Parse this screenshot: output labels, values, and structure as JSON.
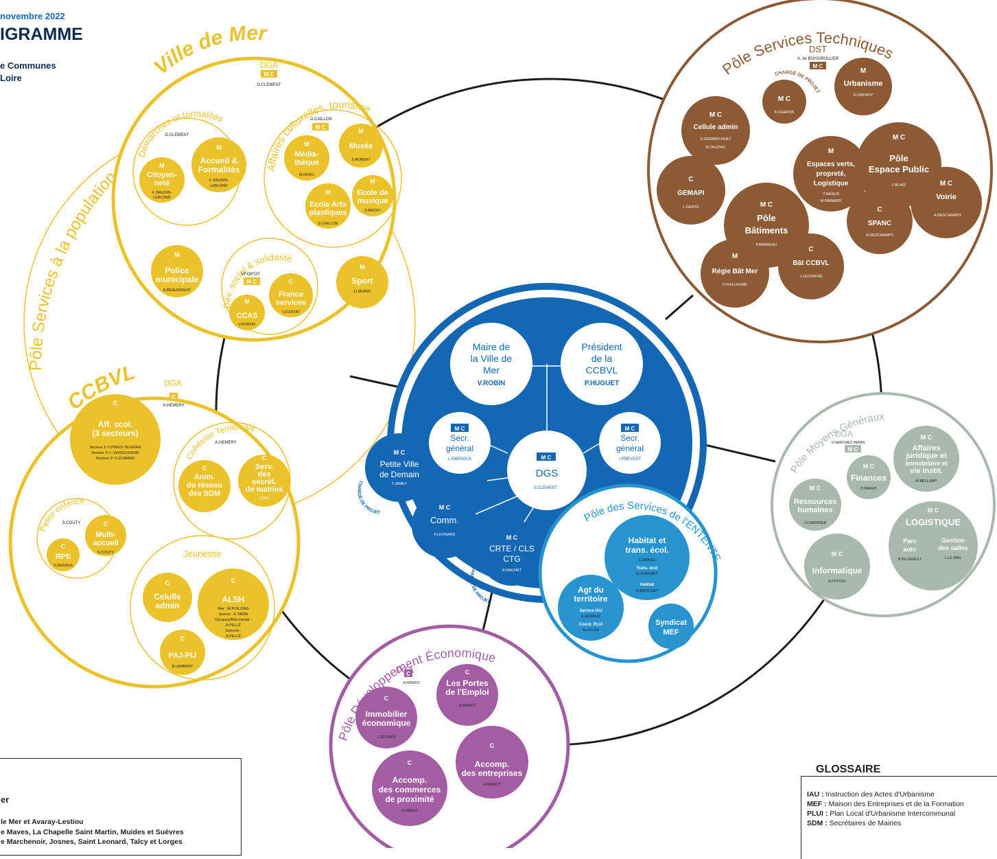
{
  "header": {
    "date": "novembre 2022",
    "title": "IGRAMME",
    "org_line1": "e Communes",
    "org_line2": "Loire"
  },
  "badges": {
    "m": "M",
    "c": "C",
    "mc": "M C"
  },
  "arcs": {
    "ville": "Ville de Mer",
    "population": "Pôle Services à la population",
    "ccbvl": "CCBVL",
    "tech": "Pôle Services Techniques",
    "moyens": "Pôle Moyens Généraux",
    "entente": "Pôle des Services de l'ENTENTE",
    "eco": "Pôle Développement Économique",
    "demarches": "Démarches et formalités",
    "affaires": "Affaires culturelles, tourisme",
    "devsocial": "Dév. social & solidarité",
    "cohesion": "Cohésion Territoriale",
    "petite": "Petite enfance",
    "jeunesse": "Jeunesse",
    "charge1": "CHARGÉ DE PROJET",
    "charge2": "CHARGÉ DE PROJET",
    "charge3": "CHARGÉ DE PROJET"
  },
  "ville": {
    "dga": "DGA",
    "dga_name": "D.CLEMENT",
    "demarches_name": "D.CLEMENT",
    "citoyennete": {
      "l1": "Citoyen-",
      "l2": "neté",
      "n1": "F. BAUDIN-",
      "n2": "LEBLOND"
    },
    "accueil": {
      "l1": "Accueil &",
      "l2": "Formalités",
      "n1": "F. BAUDIN-",
      "n2": "LEBLOND"
    },
    "affaires_name": "D.CAILLON",
    "mediatheque": {
      "l1": "Média-",
      "l2": "thèque",
      "n": "M.DERO"
    },
    "musee": {
      "l1": "Musée",
      "n": "S.AUBERT"
    },
    "ecole_musique": {
      "l1": "Ecole de",
      "l2": "musique",
      "n": "S.BACHY"
    },
    "ecole_arts": {
      "l1": "Ecole Arts",
      "l2": "plastiques",
      "n": "D.CAILLON"
    },
    "police": {
      "l1": "Police",
      "l2": "municipale",
      "n": "A.BEAUDENUIT"
    },
    "devsocial_name": "V.FORTAT",
    "ccas": {
      "l1": "CCAS",
      "n": "V.FORTAT"
    },
    "france": {
      "l1": "France",
      "l2": "services",
      "n": "V.FORTAT"
    },
    "sport": {
      "l1": "Sport",
      "n": "D.MORIN"
    }
  },
  "ccbvl": {
    "dga": "DGA",
    "dga_name": "A.HEMERY",
    "aff": {
      "l1": "Aff. scol.",
      "l2": "(3 secteurs)",
      "n1": "Secteur 1ᵉ F.PIRES-TEIXEIRA",
      "n2": "Secteur 2ᵉ L.VERSCHUERE",
      "n3": "Secteur 3ᵉ G.DURAND"
    },
    "cohesion_name": "A.HEMERY",
    "anim": {
      "l1": "Anim.",
      "l2": "du réseau",
      "l3": "des SDM"
    },
    "serv": {
      "l1": "Serv.",
      "l2": "des",
      "l3": "secrét.",
      "l4": "de mairies",
      "l5": "(SDM)"
    },
    "petite_name": "S.COUTY",
    "multi": {
      "l1": "Multi-",
      "l2": "accueil",
      "n": "S.COUTY"
    },
    "rpe": {
      "l1": "RPE",
      "n": "S.DESRUS"
    },
    "cellule": {
      "l1": "Celulle",
      "l2": "admin"
    },
    "alsh": {
      "l1": "ALSH",
      "n1": "Mer : M.POILONG",
      "n2": "Josnes : K.TARIN",
      "n3": "Oucques/Marchenoir :",
      "n4": "A.PELLÉ",
      "n5": "Suèvres :",
      "n6": "A.PELLÉ"
    },
    "paj": {
      "l1": "PAJ-PIJ",
      "n": "B.LAMBERT"
    }
  },
  "center": {
    "maire": {
      "l1": "Maire de",
      "l2": "la Ville de",
      "l3": "Mer",
      "n": "V.ROBIN"
    },
    "president": {
      "l1": "Président",
      "l2": "de la",
      "l3": "CCBVL",
      "n": "P.HUGUET"
    },
    "secr1": {
      "l1": "Secr.",
      "l2": "général",
      "n": "L.RIBRIOUX"
    },
    "secr2": {
      "l1": "Secr.",
      "l2": "général",
      "n": "I.PREVOST"
    },
    "dgs": {
      "l1": "DGS",
      "n": "S.CLEMENT"
    },
    "pvd": {
      "l1": "Petite Ville",
      "l2": "de Demain",
      "n": "T.JAMET"
    },
    "comm": {
      "l1": "Comm.",
      "n": "F.LEONARD"
    },
    "crte": {
      "l1": "CRTE / CLS",
      "l2": "CTG",
      "n": "A.MALFAIT"
    }
  },
  "entente": {
    "habitat": {
      "l1": "Habitat et",
      "l2": "trans. écol.",
      "n1": "C.DANIEL",
      "n2": "Trans. écol",
      "n3": "S.CHAUMET",
      "n4": "Habitat",
      "n5": "M.BROCHET"
    },
    "agt": {
      "l1": "Agt du",
      "l2": "territoire",
      "n1": "Service IAU",
      "n2": "K.RENAUD",
      "n3": "Coord. PLUI",
      "n4": "A.LOCHE"
    },
    "syndicat": {
      "l1": "Syndicat",
      "l2": "MEF"
    }
  },
  "tech": {
    "dst": "DST",
    "dst_name": "A. de BOISGROLLIER",
    "urbanisme": {
      "l1": "Urbanisme",
      "n": "D.ONFROY"
    },
    "chapon": {
      "n": "B.CHAPON"
    },
    "cellule": {
      "l1": "Cellule admin",
      "n1": "S.GERARD-HUET",
      "n2": "M.TAUZIAC"
    },
    "gemapi": {
      "l1": "GEMAPI",
      "n": "L.GENTE"
    },
    "espaces": {
      "l1": "Espaces verts,",
      "l2": "propreté,",
      "l3": "Logistique",
      "n1": "Y.NASLIS",
      "n2": "M.BAINARD"
    },
    "pole_ep": {
      "l1": "Pôle",
      "l2": "Espace Public",
      "n": "F.BLAIS"
    },
    "voirie": {
      "l1": "Voirie",
      "n": "A.DESCHAMPS"
    },
    "spanc": {
      "l1": "SPANC",
      "n": "A.DESCHAMPS"
    },
    "pole_bat": {
      "l1": "Pôle",
      "l2": "Bâtiments",
      "n": "P.BARREAU"
    },
    "regie": {
      "l1": "Régie Bât Mer",
      "n": "P.VUILLAUME"
    },
    "bat_ccbvl": {
      "l1": "Bât CCBVL",
      "n": "J.LECOFFRE"
    }
  },
  "moyens": {
    "dga": "DGA",
    "dga_name": "V.SANCHEZ-ARIAS",
    "affaires": {
      "l1": "Affaires",
      "l2": "juridique et",
      "l3": "immobilière et",
      "l4": "vie instit.",
      "n": "M.BELLAMY"
    },
    "finances": {
      "l1": "Finances",
      "n": "D.BARAT"
    },
    "rh": {
      "l1": "Ressources",
      "l2": "humaines",
      "n": "J.CHERRIER"
    },
    "logistique": {
      "l1": "LOGISTIQUE",
      "a1": "Parc",
      "a2": "auto",
      "an": "B.PILLERAULT",
      "b1": "Gestion",
      "b2": "des salles",
      "bn": "L.LE BAIL"
    },
    "informatique": {
      "l1": "Informatique",
      "n": "A.POITOU"
    }
  },
  "eco": {
    "dga": "DGA",
    "dga_name": "H.MINIOT",
    "portes": {
      "l1": "Les Portes",
      "l2": "de l'Emploi",
      "n": "H.MINIOT"
    },
    "immobilier": {
      "l1": "Immobilier",
      "l2": "économique",
      "n": "J.TESSIER"
    },
    "entreprises": {
      "l1": "Accomp.",
      "l2": "des entreprises",
      "n": "H.MINIOT"
    },
    "commerces": {
      "l1": "Accomp.",
      "l2": "des commerces",
      "l3": "de proximité",
      "n": "N.HASLE"
    }
  },
  "legend": {
    "heading": "er",
    "l1": "le Mer et Avaray-Lestiou",
    "l2": "e Maves, La Chapelle Saint Martin, Muides et Suèvres",
    "l3": "e Marchenoir, Josnes, Saint Leonard, Talcy et Lorges"
  },
  "glossary": {
    "title": "GLOSSAIRE",
    "items": [
      {
        "abbr": "IAU :",
        "text": " Instruction des Actes d'Urbanisme"
      },
      {
        "abbr": "MEF :",
        "text": " Maison des Entreprises et de la Formation"
      },
      {
        "abbr": "PLUI :",
        "text": " Plan Local d'Urbanisme Intercommunal"
      },
      {
        "abbr": "SDM :",
        "text": " Secrétaires de Mairies"
      }
    ]
  },
  "colors": {
    "yellow": "#ecc22b",
    "brown": "#8c5a34",
    "blue": "#1467b3",
    "lightblue": "#2793cf",
    "purple": "#a35da2",
    "grey": "#a9b9ad"
  }
}
